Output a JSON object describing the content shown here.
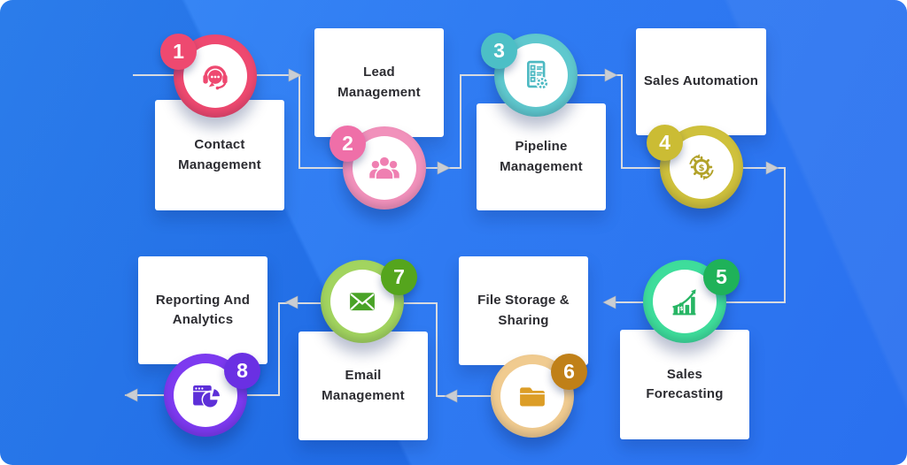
{
  "diagram": {
    "kind": "crm-features-flow",
    "background_colors": [
      "#2e84f5",
      "#1e68ee"
    ],
    "connector": {
      "line_color": "#d8dbe0",
      "arrow_color": "#c9cdd3"
    }
  },
  "steps": [
    {
      "number": "1",
      "label": "Contact Management",
      "icon": "headset-chat-icon",
      "badge_side": "left",
      "colors": {
        "ring": "#ee4970",
        "badge": "#ee4970",
        "icon": "#ee4970"
      }
    },
    {
      "number": "2",
      "label": "Lead Management",
      "icon": "people-group-icon",
      "badge_side": "left",
      "colors": {
        "ring": "#f191bb",
        "badge": "#ef6fa8",
        "icon": "#ef7fb1"
      }
    },
    {
      "number": "3",
      "label": "Pipeline Management",
      "icon": "checklist-gear-icon",
      "badge_side": "left",
      "colors": {
        "ring": "#5fc8ce",
        "badge": "#4cbfc6",
        "icon": "#4db9c2"
      }
    },
    {
      "number": "4",
      "label": "Sales Automation",
      "icon": "gear-dollar-icon",
      "badge_side": "left",
      "colors": {
        "ring": "#cfc13c",
        "badge": "#cbbc34",
        "icon": "#b2a229"
      }
    },
    {
      "number": "5",
      "label": "Sales Forecasting",
      "icon": "growth-chart-icon",
      "badge_side": "right",
      "colors": {
        "ring": "#3edd9b",
        "badge": "#1fb259",
        "icon": "#27b564"
      }
    },
    {
      "number": "6",
      "label": "File Storage & Sharing",
      "icon": "folder-icon",
      "badge_side": "right",
      "colors": {
        "ring": "#f0cb90",
        "badge": "#c08018",
        "icon": "#dc9d26"
      }
    },
    {
      "number": "7",
      "label": "Email Management",
      "icon": "envelope-icon",
      "badge_side": "right",
      "colors": {
        "ring": "#a2d45f",
        "badge": "#55a51d",
        "icon": "#49a326"
      }
    },
    {
      "number": "8",
      "label": "Reporting And Analytics",
      "icon": "browser-pie-icon",
      "badge_side": "right",
      "colors": {
        "ring": "#7d3af0",
        "badge": "#6a30e3",
        "icon": "#5d2fd8"
      }
    }
  ]
}
